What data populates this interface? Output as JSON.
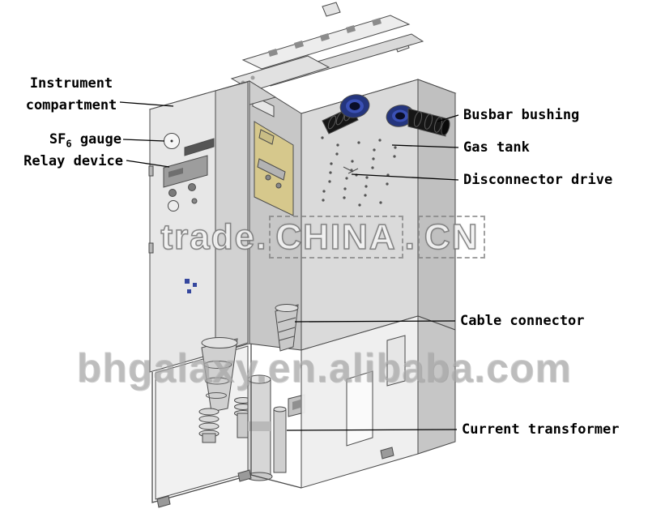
{
  "diagram": {
    "labels": {
      "instrument_compartment": {
        "line1": "Instrument",
        "line2": "compartment"
      },
      "sf6_gauge": {
        "pre": "SF",
        "sub": "6",
        "post": " gauge"
      },
      "relay_device": {
        "text": "Relay device"
      },
      "busbar_bushing": {
        "text": "Busbar bushing"
      },
      "gas_tank": {
        "text": "Gas tank"
      },
      "disconnector_drive": {
        "text": "Disconnector drive"
      },
      "cable_connector": {
        "text": "Cable connector"
      },
      "current_transformer": {
        "text": "Current transformer"
      }
    },
    "watermarks": {
      "top": {
        "part1": "trade.",
        "part2": "CHINA",
        "part3": ".",
        "part4": "CN"
      },
      "bottom": "bhgalaxy.en.alibaba.com"
    },
    "colors": {
      "bushing_blue": "#24357e",
      "mechanism_yellow": "#d6c88c",
      "cabinet_light": "#e7e7e7",
      "cabinet_mid": "#d2d2d2",
      "cabinet_dark": "#bfbfbf",
      "outline": "#4a4a4a"
    }
  }
}
